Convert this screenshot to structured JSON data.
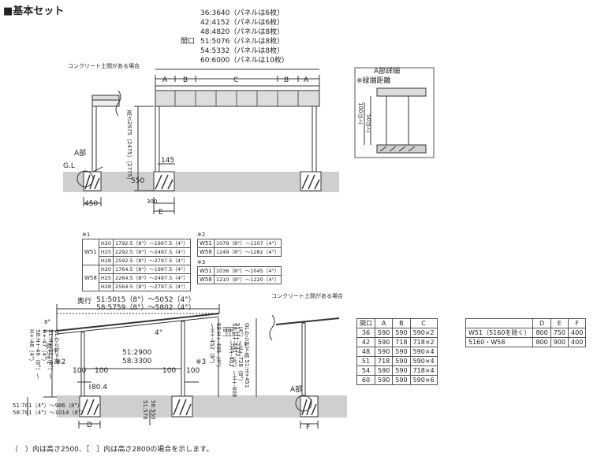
{
  "title": "■基本セット",
  "top_diagram": {
    "maguchi_label": "間口",
    "maguchi_values": [
      "36:3640（パネルは6枚）",
      "42:4152（パネルは6枚）",
      "48:4820（パネルは8枚）",
      "51:5076（パネルは8枚）",
      "54:5332（パネルは8枚）",
      "60:6000（パネルは10枚）"
    ],
    "concrete_note": "コンクリート土間がある場合",
    "panel_labels": [
      "A",
      "B",
      "C",
      "B",
      "A"
    ],
    "gl_label": "G.L",
    "a_part": "A部",
    "height_vertical": "高さ2975（2475）［2775］",
    "dim_145": "145",
    "dim_550": "550",
    "dim_450": "450",
    "dim_300": "300",
    "dim_E": "E",
    "detail_title": "A部詳細",
    "detail_note": "※緑端距離",
    "detail_100": "100以上",
    "detail_50": "50以上"
  },
  "spec_table_1": {
    "mark": "※1",
    "rows": [
      {
        "model": "W51",
        "h": "H20",
        "value": "1792.5（8°）～1997.5（4°）"
      },
      {
        "model": "",
        "h": "H25",
        "value": "2292.5（8°）～2497.5（4°）"
      },
      {
        "model": "",
        "h": "H28",
        "value": "2592.5（8°）～2797.5（4°）"
      },
      {
        "model": "W58",
        "h": "H20",
        "value": "1764.5（8°）～1997.5（4°）"
      },
      {
        "model": "",
        "h": "H25",
        "value": "2264.5（8°）～2497.5（4°）"
      },
      {
        "model": "",
        "h": "H28",
        "value": "2564.5（8°）～2797.5（4°）"
      }
    ]
  },
  "spec_table_2": {
    "mark": "※2",
    "rows": [
      {
        "model": "W51",
        "value": "1079（8°）～1107（4°）"
      },
      {
        "model": "W58",
        "value": "1249（8°）～1282（4°）"
      }
    ]
  },
  "spec_table_3": {
    "mark": "※3",
    "rows": [
      {
        "model": "W51",
        "value": "1036（8°）～1045（4°）"
      },
      {
        "model": "W58",
        "value": "1210（8°）～1220（4°）"
      }
    ]
  },
  "bottom_diagram": {
    "concrete_note": "コンクリート土間がある場合",
    "depth_label": "奥行",
    "depth_51": "51:5015（8°）～5052（4°）",
    "depth_58": "58:5759（8°）～5802（4°）",
    "angle_8": "8°",
    "angle_4": "4°",
    "span_51": "51:2900",
    "span_58": "58:3300",
    "mark2": "※2",
    "mark3": "※3",
    "dim_100a": "100",
    "dim_100b": "100",
    "dim_100c": "100",
    "dim_100d": "100",
    "dim_80_4": "80.4",
    "height_label": "高さ※1",
    "gl_low": "GLから軒下高 51:H+-21（8°）～H+-47（4°） 58:H+-46（8°）～H+-48（4°）",
    "gl_side": "GLから軒下高 51:H+451（4°）～H+-728（8°） 58:H+-491（4°）～H+-808（8°）",
    "gl_mid": "51:H+-2322（4°）～H+-402（8°） 58:H+-405（4°）～H+-452（8°）",
    "low_51": "51:781（4°）～986（8°）",
    "low_58": "58:781（4°）～1014（8°）",
    "foot_51": "51:578",
    "foot_58": "58:550",
    "dim_D": "D",
    "dim_F": "F",
    "a_part": "A部"
  },
  "panel_table": {
    "headers": [
      "間口",
      "A",
      "B",
      "C"
    ],
    "rows": [
      [
        "36",
        "590",
        "590",
        "590×2"
      ],
      [
        "42",
        "590",
        "718",
        "718×2"
      ],
      [
        "48",
        "590",
        "590",
        "590×4"
      ],
      [
        "51",
        "718",
        "590",
        "590×4"
      ],
      [
        "54",
        "590",
        "590",
        "718×4"
      ],
      [
        "60",
        "590",
        "590",
        "590×6"
      ]
    ]
  },
  "def_table": {
    "headers": [
      "",
      "D",
      "E",
      "F"
    ],
    "rows": [
      [
        "W51（5160を除く）",
        "800",
        "750",
        "400"
      ],
      [
        "5160・W58",
        "800",
        "900",
        "400"
      ]
    ]
  },
  "footnote": "（　）内は高さ2500、［　］内は高さ2800の場合を示します。"
}
